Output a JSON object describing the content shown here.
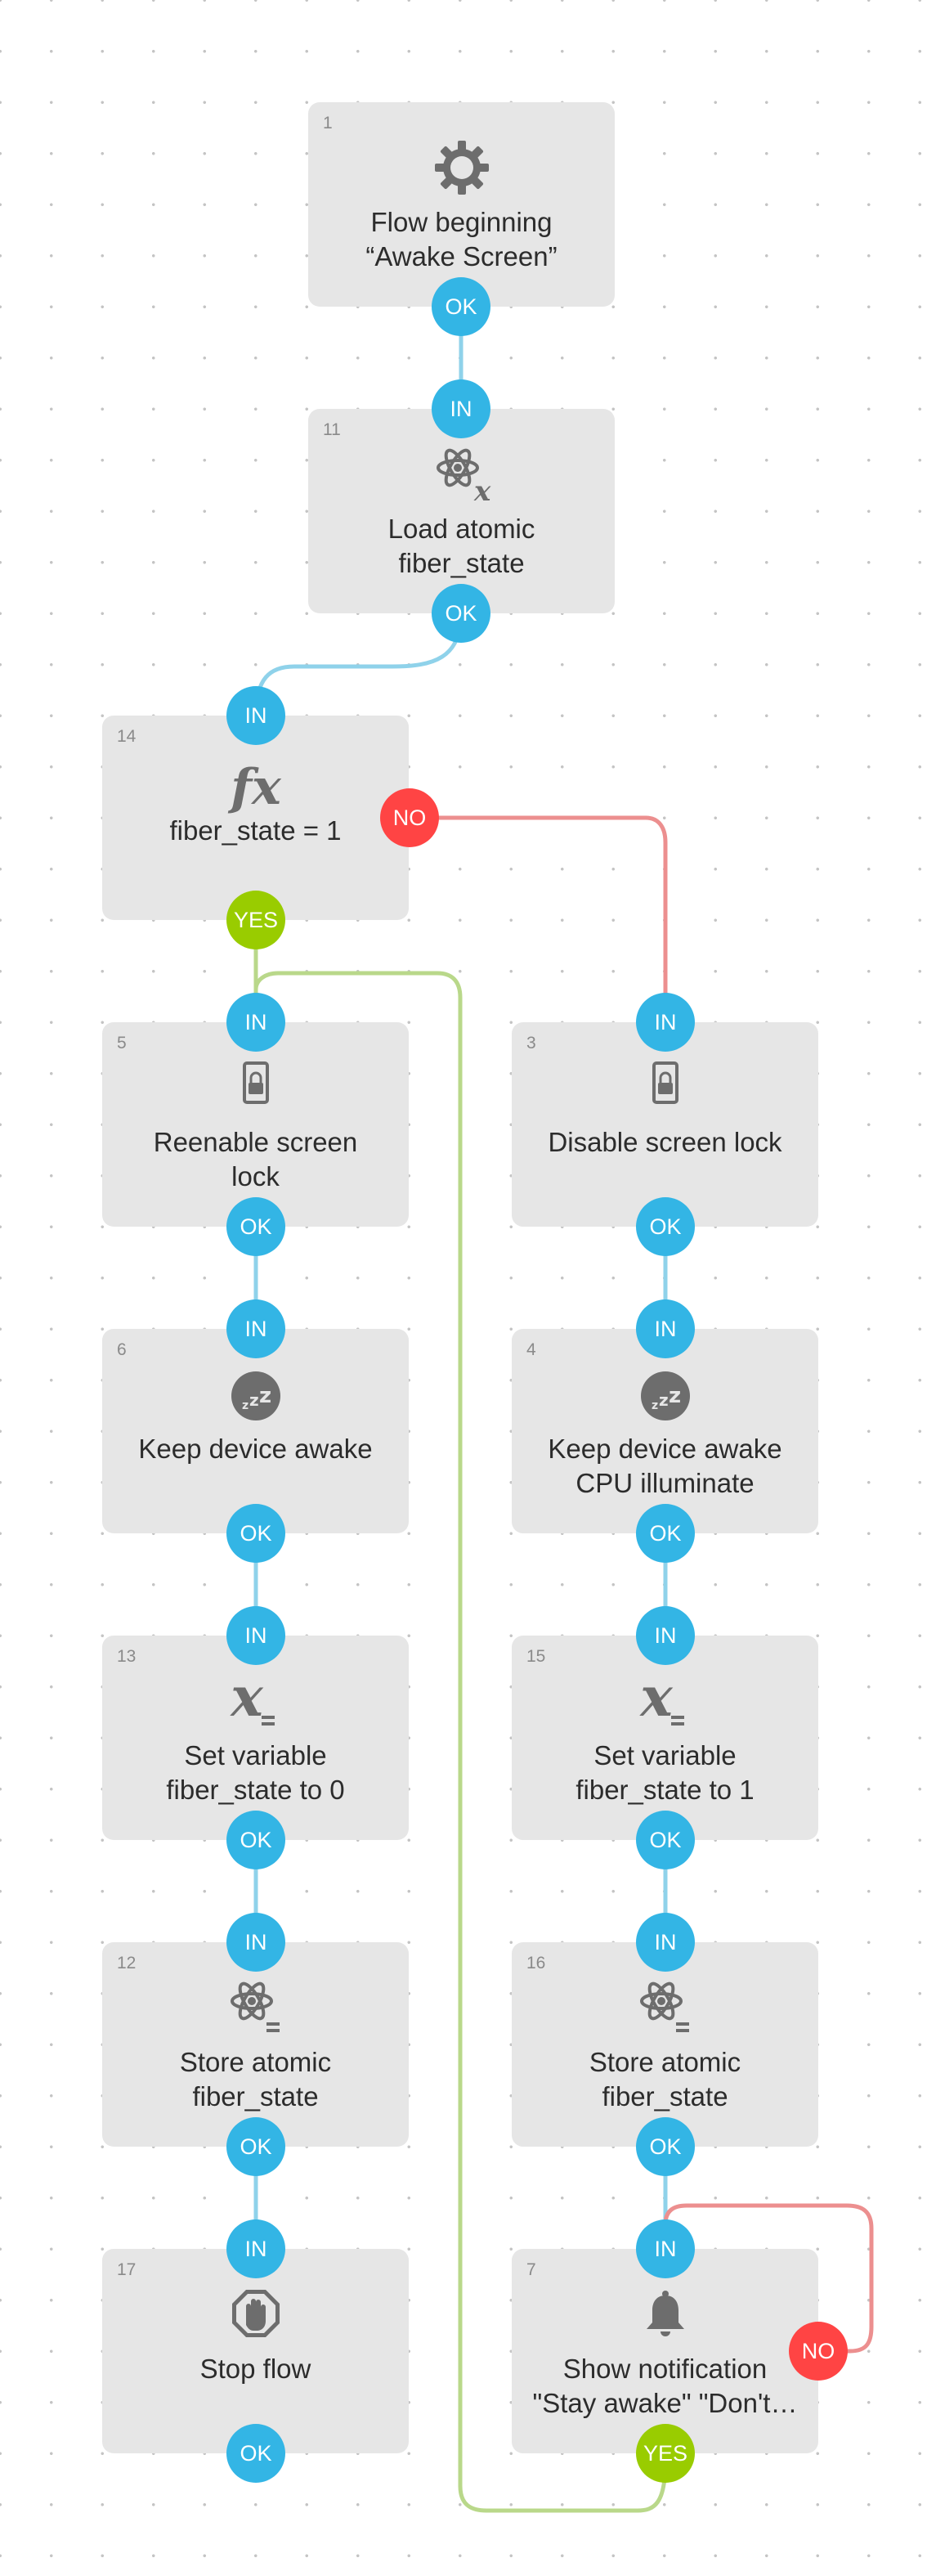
{
  "colors": {
    "port_in": "#33b5e5",
    "port_ok": "#33b5e5",
    "port_yes": "#99cc00",
    "port_no": "#ff4444",
    "block_bg": "#e6e6e6",
    "wire_ok": "#8fd2ea",
    "wire_yes": "#b9d88a",
    "wire_no": "#ec8f8f"
  },
  "port_labels": {
    "in": "IN",
    "ok": "OK",
    "yes": "YES",
    "no": "NO"
  },
  "blocks": [
    {
      "id": "1",
      "label": "Flow beginning\n“Awake Screen”",
      "icon": "gear-icon"
    },
    {
      "id": "11",
      "label": "Load atomic\nfiber_state",
      "icon": "atom-x-icon"
    },
    {
      "id": "14",
      "label": "fiber_state = 1",
      "icon": "fx-icon"
    },
    {
      "id": "5",
      "label": "Reenable screen\nlock",
      "icon": "padlock-icon"
    },
    {
      "id": "3",
      "label": "Disable screen lock",
      "icon": "padlock-icon"
    },
    {
      "id": "6",
      "label": "Keep device awake",
      "icon": "sleep-zzz-icon"
    },
    {
      "id": "4",
      "label": "Keep device awake\nCPU illuminate",
      "icon": "sleep-zzz-icon"
    },
    {
      "id": "13",
      "label": "Set variable\nfiber_state to 0",
      "icon": "x-equals-icon"
    },
    {
      "id": "15",
      "label": "Set variable\nfiber_state to 1",
      "icon": "x-equals-icon"
    },
    {
      "id": "12",
      "label": "Store atomic\nfiber_state",
      "icon": "atom-equals-icon"
    },
    {
      "id": "16",
      "label": "Store atomic\nfiber_state",
      "icon": "atom-equals-icon"
    },
    {
      "id": "17",
      "label": "Stop flow",
      "icon": "stop-hand-icon"
    },
    {
      "id": "7",
      "label": "Show notification\n\"Stay awake\" \"Don't…",
      "icon": "bell-icon"
    }
  ]
}
